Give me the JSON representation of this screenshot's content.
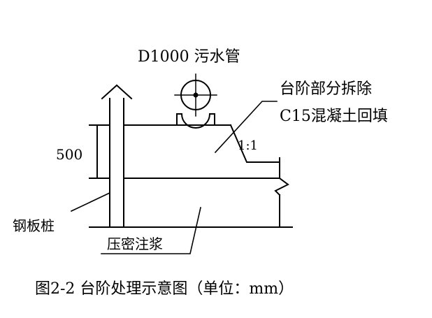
{
  "labels": {
    "pipe": "D1000 污水管",
    "removal": "台阶部分拆除",
    "backfill": "C15混凝土回填",
    "slope": "1:1",
    "dimension": "500",
    "sheet_pile": "钢板桩",
    "grouting": "压密注浆"
  },
  "caption": "图2-2 台阶处理示意图（单位：mm）",
  "colors": {
    "line": "#000000",
    "background": "#ffffff"
  }
}
